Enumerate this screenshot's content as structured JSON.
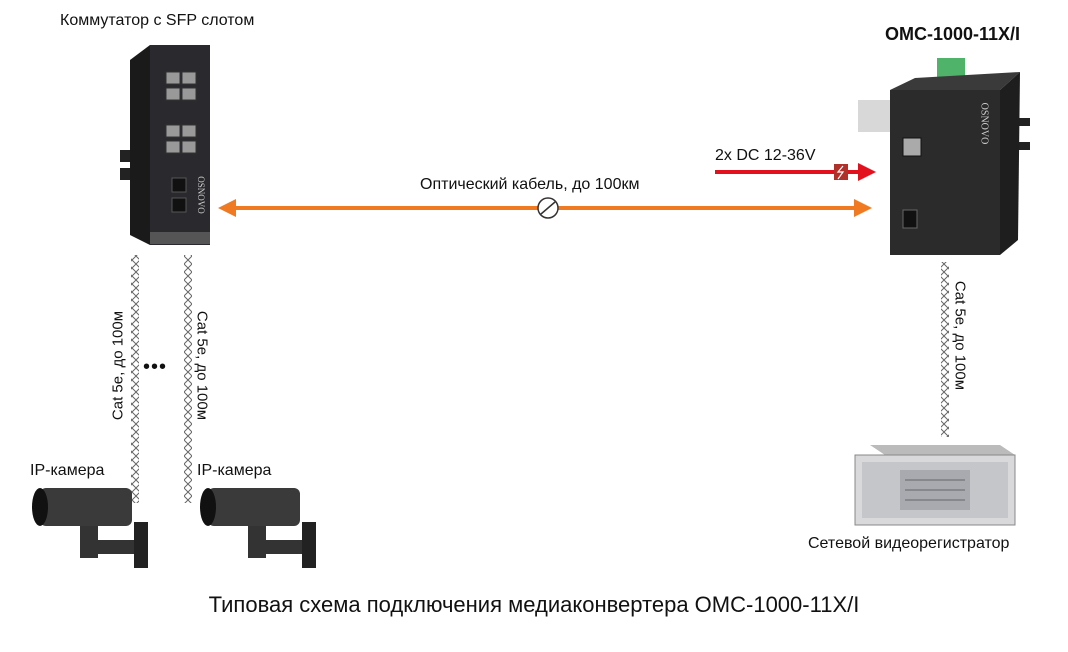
{
  "switch": {
    "label": "Коммутатор с SFP слотом",
    "brand": "OSNOVO"
  },
  "converter": {
    "label": "OMC-1000-11X/I",
    "brand": "OSNOVO"
  },
  "optical_link": {
    "label": "Оптический кабель, до 100км",
    "color": "#f07a22"
  },
  "power": {
    "label": "2x DC 12-36V",
    "color": "#e3101e"
  },
  "cables": {
    "left": "Cat 5e, до 100м",
    "middle": "Cat 5e, до 100м",
    "right": "Cat 5e, до 100м",
    "ellipsis": "•••"
  },
  "cameras": [
    {
      "label": "IP-камера"
    },
    {
      "label": "IP-камера"
    }
  ],
  "recorder": {
    "label": "Сетевой видеорегистратор"
  },
  "caption": "Типовая схема подключения медиаконвертера OMC-1000-11X/I"
}
